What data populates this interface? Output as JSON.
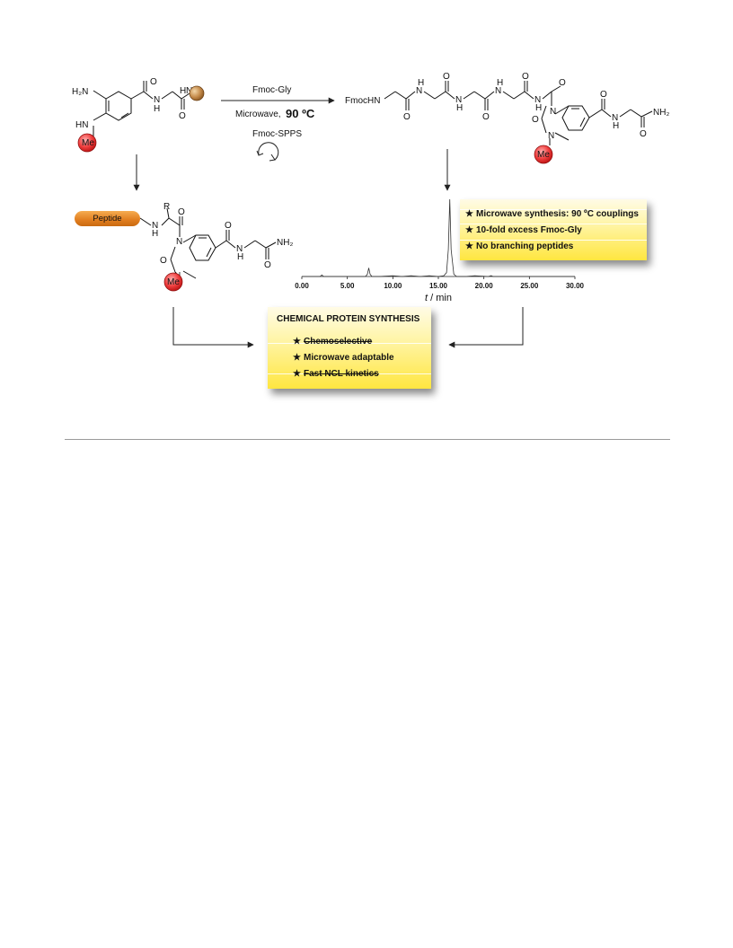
{
  "reaction": {
    "reagent": "Fmoc-Gly",
    "condition_prefix": "Microwave,",
    "condition_temp": "90 ºC",
    "cycle": "Fmoc-SPPS"
  },
  "start_material": {
    "amine": "H₂N",
    "hn": "HN",
    "methyl": "Me",
    "amide_nh1": "N",
    "amide_h1": "H",
    "amide_o1": "O",
    "amide_o2": "O",
    "amide_n2": "N",
    "amide_h2": "H"
  },
  "product_top": {
    "fmoc": "FmocHN",
    "h": "H",
    "n": "N",
    "o": "O",
    "nh2": "NH₂",
    "methyl": "Me"
  },
  "peptide_product": {
    "label": "Peptide",
    "r": "R",
    "nh": "N",
    "h": "H",
    "o": "O",
    "n": "N",
    "nh2": "NH₂",
    "methyl": "Me"
  },
  "features_box": {
    "items": [
      "Microwave synthesis: 90 ºC couplings",
      "10-fold excess Fmoc-Gly",
      "No branching peptides"
    ]
  },
  "summary_box": {
    "title": "CHEMICAL PROTEIN SYNTHESIS",
    "items": [
      "Chemoselective",
      "Microwave adaptable",
      "Fast NCL kinetics"
    ]
  },
  "chart_data": {
    "type": "line",
    "title": "",
    "xlabel_var": "t",
    "xlabel_unit": " / min",
    "ylabel": "",
    "xlim": [
      0,
      30
    ],
    "x_ticks": [
      "0.00",
      "5.00",
      "10.00",
      "15.00",
      "20.00",
      "25.00",
      "30.00"
    ],
    "grid": false,
    "series": [
      {
        "x": [
          0,
          1.0,
          2.0,
          2.2,
          2.4,
          3.0,
          4.0,
          5.0,
          6.0,
          7.0,
          7.2,
          7.35,
          7.5,
          7.7,
          8.5,
          10.0,
          11.0,
          12.0,
          13.0,
          14.0,
          15.0,
          15.6,
          15.9,
          16.1,
          16.25,
          16.4,
          16.7,
          17.0,
          18.0,
          19.0,
          20.5,
          20.8,
          21.0,
          22.0,
          24.0,
          26.0,
          28.0,
          30.0
        ],
        "y": [
          0,
          0,
          0,
          2,
          0,
          0,
          0,
          0,
          0,
          0,
          3,
          11,
          3,
          0,
          0,
          1,
          0,
          1,
          0,
          1,
          0,
          1,
          5,
          35,
          100,
          35,
          3,
          0,
          0,
          1,
          0,
          1,
          0,
          0,
          0,
          0,
          0,
          0
        ]
      }
    ]
  }
}
